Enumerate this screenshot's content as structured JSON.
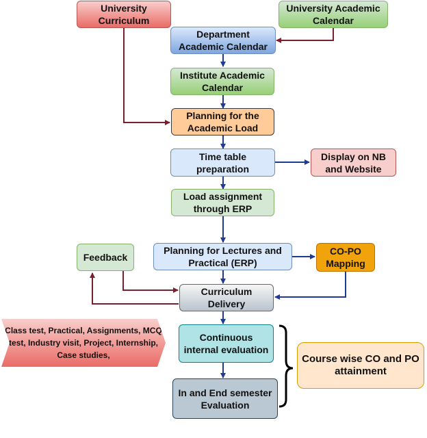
{
  "diagram": {
    "nodes": {
      "university_curriculum": "University Curriculum",
      "university_calendar": "University Academic Calendar",
      "department_calendar": "Department Academic Calendar",
      "institute_calendar": "Institute Academic Calendar",
      "planning_load": "Planning for the Academic Load",
      "timetable": "Time table preparation",
      "display_nb": "Display on NB and Website",
      "load_assignment": "Load assignment through ERP",
      "planning_lectures": "Planning for Lectures and Practical (ERP)",
      "copo_mapping": "CO-PO Mapping",
      "feedback": "Feedback",
      "curriculum_delivery": "Curriculum Delivery",
      "activities": "Class test, Practical, Assignments, MCQ test, Industry visit, Project, Internship, Case studies,",
      "continuous_eval": "Continuous internal evaluation",
      "end_semester_eval": "In and End semester Evaluation",
      "course_attainment": "Course wise CO and PO attainment"
    },
    "colors": {
      "blue_arrow": "#1f3a93",
      "maroon_arrow": "#7a1f2b"
    }
  }
}
